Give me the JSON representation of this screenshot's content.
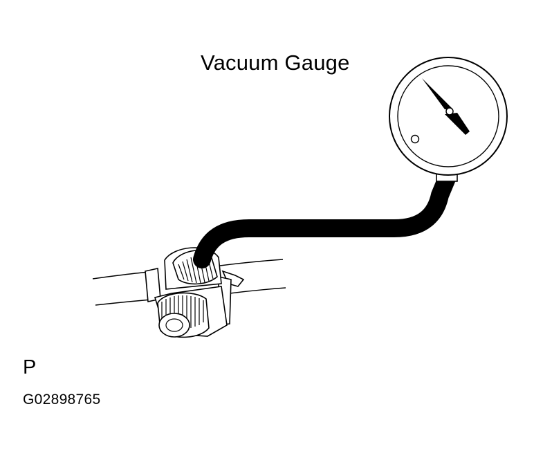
{
  "diagram": {
    "callout_label": "Vacuum Gauge",
    "view_marker": "P",
    "figure_code": "G02898765"
  },
  "colors": {
    "ink": "#000000",
    "paper": "#ffffff"
  }
}
